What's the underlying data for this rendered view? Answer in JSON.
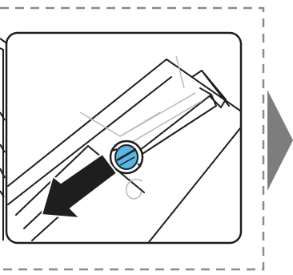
{
  "diagram": {
    "kind": "instruction-illustration",
    "step_frame_style": "dashed",
    "next_indicator": "arrow-right",
    "motion_direction": "down-left",
    "colors": {
      "background": "#ffffff",
      "frame_dash": "#8a8a8a",
      "line_art": "#1e1e1e",
      "faint_line": "#bdbdbd",
      "arrow_fill": "#1e1e1e",
      "knob_accent": "#59b6e6",
      "next_arrow": "#7d7d7d"
    },
    "icons": [
      "step-frame",
      "detail-callout",
      "sliding-tray",
      "rotary-knob-icon",
      "direction-arrow-icon",
      "next-step-arrow-icon"
    ]
  }
}
